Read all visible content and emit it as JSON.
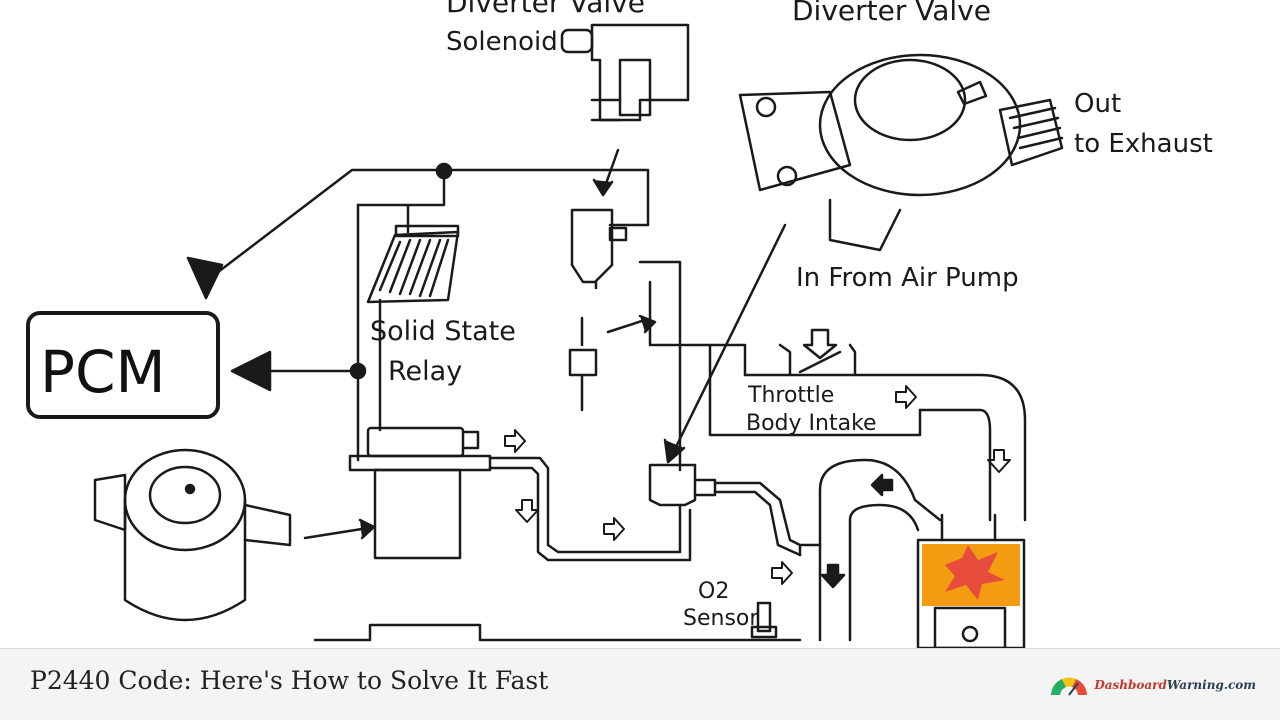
{
  "diagram": {
    "labels": {
      "diverter_valve_solenoid_1": "Diverter Valve",
      "diverter_valve_solenoid_2": "Solenoid",
      "diverter_valve": "Diverter Valve",
      "out_1": "Out",
      "out_2": "to Exhaust",
      "in_from_air_pump": "In From Air Pump",
      "solid_state_1": "Solid State",
      "solid_state_2": "Relay",
      "pcm": "PCM",
      "throttle_1": "Throttle",
      "throttle_2": "Body Intake",
      "o2_1": "O2",
      "o2_2": "Sensor"
    }
  },
  "footer": {
    "title": "P2440 Code: Here's How to Solve It Fast",
    "brand_part1": "Dashboard",
    "brand_part2": "Warning.com"
  },
  "colors": {
    "line": "#1a1a1a",
    "flame_orange": "#f39c12",
    "flame_red": "#e74c3c"
  }
}
